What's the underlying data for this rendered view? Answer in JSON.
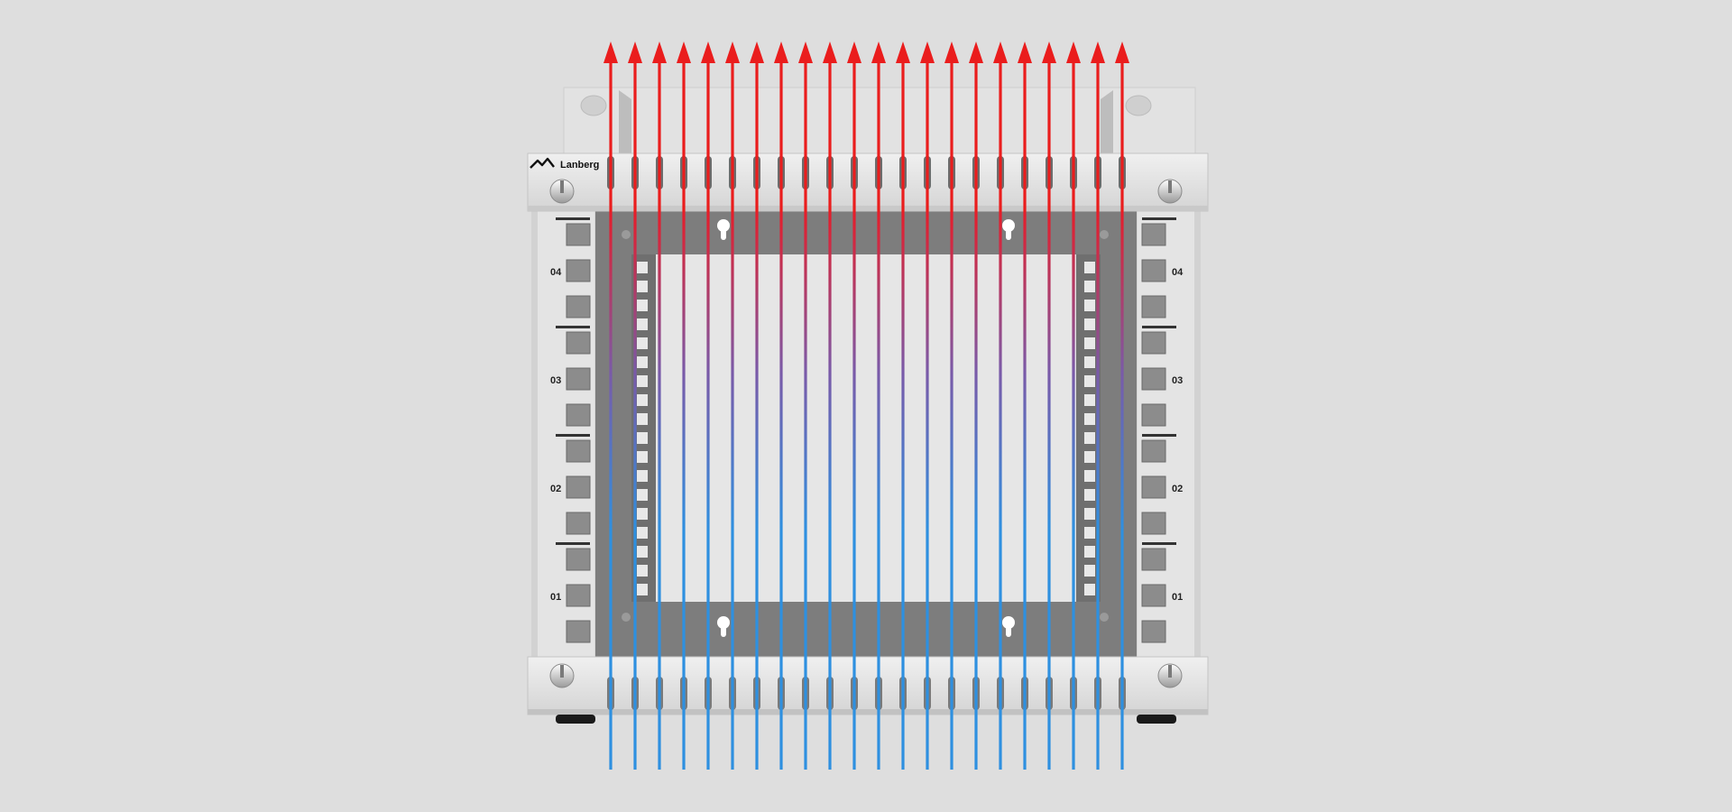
{
  "brand": {
    "logo_text": "Lanberg"
  },
  "rack_units": {
    "labels": [
      "04",
      "03",
      "02",
      "01"
    ]
  },
  "airflow": {
    "channel_count": 22,
    "inflow_color": "#2e90e0",
    "outflow_color": "#ea1d1d",
    "direction": "bottom-to-top"
  },
  "colors": {
    "background": "#dedede",
    "cabinet_body": "#e3e3e3",
    "cabinet_interior": "#7d7d7d",
    "steel_dark": "#646464"
  }
}
